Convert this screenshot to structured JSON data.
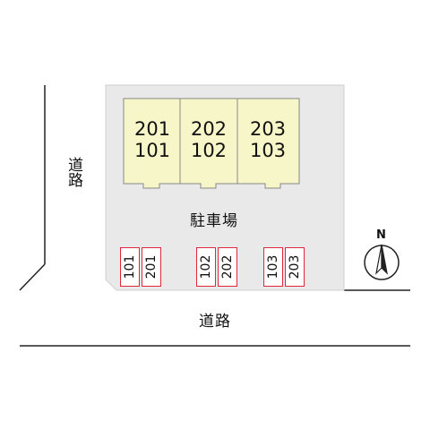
{
  "buildings": [
    {
      "upper": "201",
      "lower": "101"
    },
    {
      "upper": "202",
      "lower": "102"
    },
    {
      "upper": "203",
      "lower": "103"
    }
  ],
  "parking_label": "駐車場",
  "parking_spaces": [
    {
      "a": "101",
      "b": "201"
    },
    {
      "a": "102",
      "b": "202"
    },
    {
      "a": "103",
      "b": "203"
    }
  ],
  "road_left": "道路",
  "road_bottom": "道路",
  "compass": {
    "label": "N"
  },
  "colors": {
    "building_fill": "#f7f6c8",
    "lot_fill": "#e9e9e9",
    "parking_border": "#e0283c"
  }
}
